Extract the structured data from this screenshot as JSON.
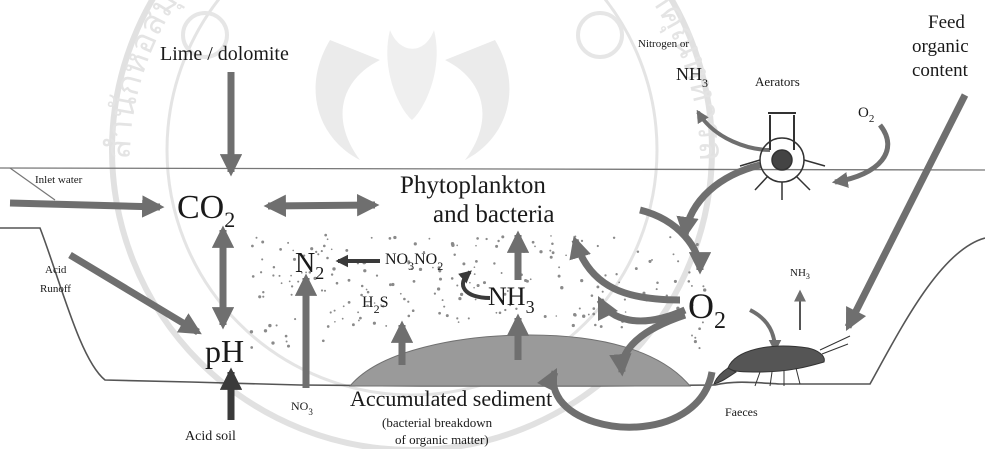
{
  "watermark": {
    "seal_text": "สำนักหอสมุด มหาวิทยาลัยแม่โจ้ / พระจอมเกล้าเจ้าคุณทหารลาดกระบัง"
  },
  "labels": {
    "lime": "Lime / dolomite",
    "nitrogen_or": "Nitrogen or",
    "nh3_top": "NH",
    "nh3_top_sub": "3",
    "aerators": "Aerators",
    "feed_line1": "Feed",
    "feed_line2": "organic",
    "feed_line3": "content",
    "o2_small": "O",
    "o2_small_sub": "2",
    "inlet": "Inlet water",
    "co2": "CO",
    "co2_sub": "2",
    "phyto_line1": "Phytoplankton",
    "phyto_line2": "and bacteria",
    "acid_runoff_line1": "Acid",
    "acid_runoff_line2": "Runoff",
    "n2": "N",
    "n2_sub": "2",
    "no3_a": "NO",
    "no3_a_sub": "3",
    "no2": "NO",
    "no2_sub": "2",
    "nh3_mid": "NH",
    "nh3_mid_sub": "3",
    "h2s": "H",
    "h2s_sub": "2",
    "h2s_tail": "S",
    "o2_big": "O",
    "o2_big_sub": "2",
    "nh3_right": "NH",
    "nh3_right_sub": "3",
    "ph": "pH",
    "no3_b": "NO",
    "no3_b_sub": "3",
    "sediment_title": "Accumulated sediment",
    "sediment_sub1": "(bacterial breakdown",
    "sediment_sub2": "of organic matter)",
    "faeces": "Faeces",
    "acid_soil": "Acid soil"
  },
  "colors": {
    "arrow": "#6f6f6f",
    "arrow_dark": "#3a3a3a",
    "sediment": "#9a9a9a",
    "watermark": "#c9c9c9"
  }
}
